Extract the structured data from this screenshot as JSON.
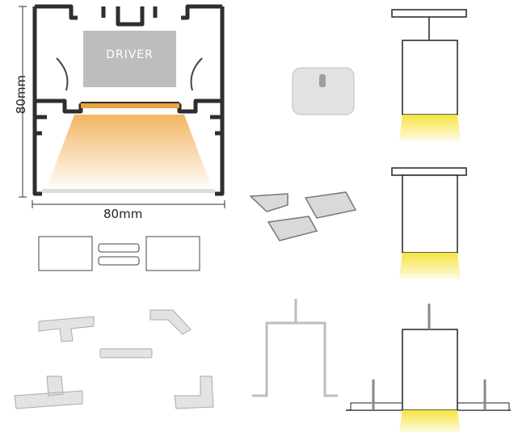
{
  "profile": {
    "driver_label": "DRIVER",
    "width_label": "80mm",
    "height_label": "80mm"
  },
  "colors": {
    "profile": "#2e2e2e",
    "driver": "#bdbdbd",
    "led_strip": "#e8a33c",
    "light_glow": "#f3b25a",
    "diffuser": "#dcdcdc",
    "led_beam": "#f6e33c",
    "bracket_metal": "#d9d9d9"
  },
  "icons": {
    "mounting_cap": "ceiling-cap-icon",
    "clips": "mounting-clip-icon",
    "connectors": "straight-connector-icon",
    "corner_plates": "l-t-connector-icon",
    "hanger": "u-bracket-icon",
    "pendant": "pendant-mount-icon",
    "surface": "surface-mount-icon",
    "recessed": "recessed-mount-icon"
  }
}
